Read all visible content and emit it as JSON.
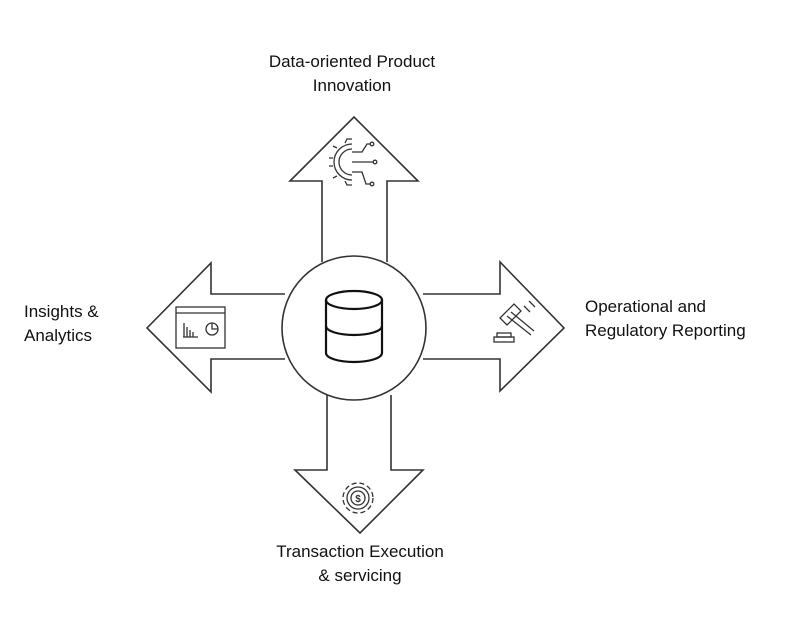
{
  "labels": {
    "top": [
      "Data-oriented Product",
      "Innovation"
    ],
    "left": [
      "Insights &",
      "Analytics"
    ],
    "right": [
      "Operational and",
      "Regulatory Reporting"
    ],
    "bottom": [
      "Transaction Execution",
      "& servicing"
    ]
  },
  "colors": {
    "stroke": "#333333",
    "background": "#ffffff"
  }
}
